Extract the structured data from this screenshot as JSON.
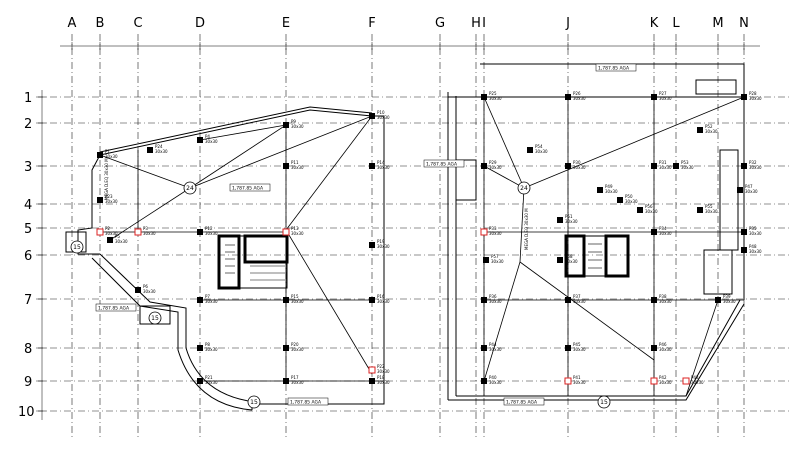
{
  "grid": {
    "columns": [
      "A",
      "B",
      "C",
      "D",
      "E",
      "F",
      "G",
      "H",
      "I",
      "J",
      "K",
      "L",
      "M",
      "N"
    ],
    "rows": [
      "1",
      "2",
      "3",
      "4",
      "5",
      "6",
      "7",
      "8",
      "9",
      "10"
    ]
  },
  "column_labels": [
    "P1",
    "P2",
    "P3",
    "P4",
    "P5",
    "P6",
    "P7",
    "P8",
    "P9",
    "P10",
    "P11",
    "P12",
    "P13",
    "P14",
    "P15",
    "P16",
    "P17",
    "P18",
    "P19",
    "P20",
    "P21",
    "P22",
    "P23",
    "P24",
    "P25",
    "P26",
    "P27",
    "P28",
    "P29",
    "P30",
    "P31",
    "P32",
    "P33",
    "P34",
    "P35",
    "P36",
    "P37",
    "P38",
    "P39",
    "P40",
    "P41",
    "P42",
    "P43",
    "P44",
    "P45",
    "P46",
    "P47",
    "P48",
    "P49",
    "P50",
    "P51",
    "P52",
    "P53",
    "P54",
    "P55",
    "P56",
    "P57",
    "P58"
  ],
  "column_size": "30x30",
  "level_note": "1,787.85 AGA",
  "circle_marks": [
    "24",
    "24",
    "15",
    "15",
    "15",
    "15"
  ],
  "side_note": "MEGA D.EQ 30x30 M"
}
